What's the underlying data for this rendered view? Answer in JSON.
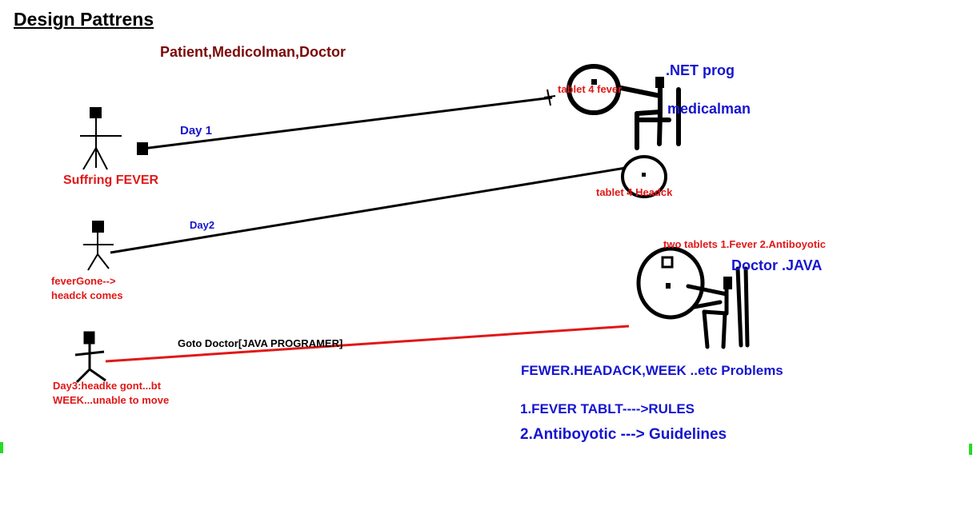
{
  "title": "Design Pattrens",
  "subtitle": "Patient,Medicolman,Doctor",
  "labels": {
    "net_prog": ".NET prog",
    "medicalman": "medicalman",
    "tablet_fever": "tablet 4 fever",
    "tablet_headck": "tablet 4 Headck",
    "two_tablets": "two tablets 1.Fever 2.Antiboyotic",
    "doctor_java": "Doctor .JAVA",
    "day1": "Day 1",
    "day2": "Day2",
    "goto_doctor": "Goto Doctor[JAVA PROGRAMER]",
    "suffring_fever": "Suffring FEVER",
    "fever_gone_1": "feverGone-->",
    "fever_gone_2": "headck comes",
    "day3_1": "Day3:headke gont...bt",
    "day3_2": "WEEK...unable to move",
    "problems": "FEWER.HEADACK,WEEK ..etc Problems",
    "rule1": "1.FEVER TABLT---->RULES",
    "rule2": "2.Antiboyotic ---> Guidelines"
  },
  "colors": {
    "maroon": "#7b0a0a",
    "blue": "#1515d0",
    "red": "#e01818",
    "black": "#000000",
    "green_marker": "#22dd22"
  }
}
